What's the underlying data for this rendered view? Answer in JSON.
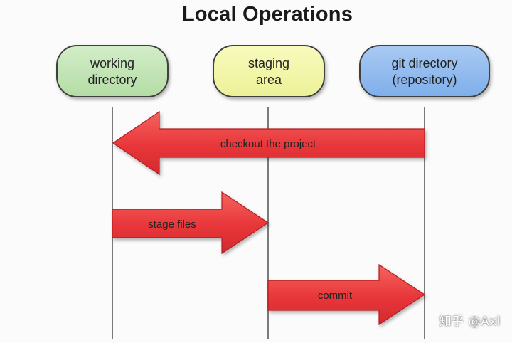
{
  "title": "Local Operations",
  "nodes": {
    "working": {
      "line1": "working",
      "line2": "directory",
      "color": "#bfe3b2"
    },
    "staging": {
      "line1": "staging",
      "line2": "area",
      "color": "#f2f6a6"
    },
    "git": {
      "line1": "git directory",
      "line2": "(repository)",
      "color": "#8fb9ee"
    }
  },
  "arrows": {
    "checkout": "checkout the project",
    "stage": "stage files",
    "commit": "commit"
  },
  "colors": {
    "arrow_fill": "#e8363a",
    "arrow_stroke": "#b11f22",
    "node_stroke": "#3f3f3f",
    "lifeline": "#7a7a7a"
  },
  "watermark": "知乎 @Axl"
}
